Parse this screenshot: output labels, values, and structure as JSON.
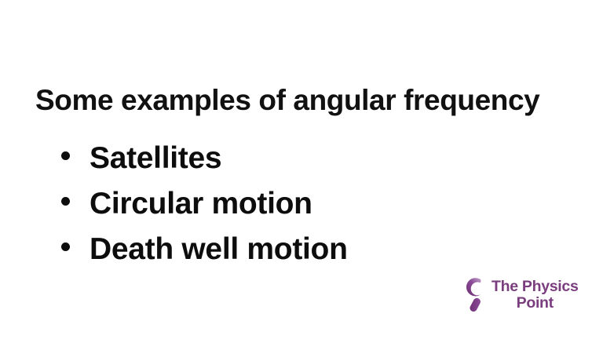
{
  "slide": {
    "background_color": "#ffffff",
    "title": "Some examples of angular frequency",
    "title_color": "#111111",
    "bullets": [
      {
        "text": "Satellites"
      },
      {
        "text": "Circular motion"
      },
      {
        "text": "Death well motion"
      }
    ],
    "bullet_text_color": "#0d0d0d"
  },
  "logo": {
    "icon_name": "magnifying-glass-icon",
    "line1": "The Physics",
    "line2": "Point",
    "color": "#7a3d7e",
    "accent_color": "#8a4a96"
  }
}
